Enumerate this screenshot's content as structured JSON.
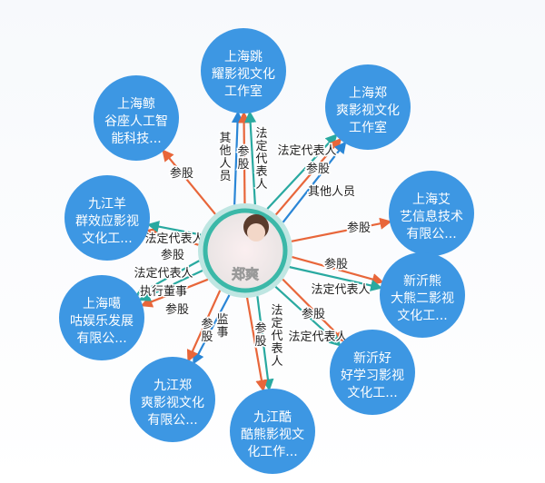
{
  "center": {
    "name": "郑爽",
    "ring_color": "#3bb8a8"
  },
  "colors": {
    "node": "#3d97e3",
    "shareholding": "#e8663a",
    "legal_rep": "#29a9a0",
    "other": "#2a86d6",
    "label": "#222222"
  },
  "nodes": [
    {
      "lines": [
        "上海跳",
        "耀影视文化",
        "工作室"
      ],
      "edges": [
        {
          "label": "其他人员",
          "type": "other"
        },
        {
          "label": "参股",
          "type": "shareholding"
        },
        {
          "label": "法定代表人",
          "type": "legal_rep"
        }
      ]
    },
    {
      "lines": [
        "上海郑",
        "爽影视文化",
        "工作室"
      ],
      "edges": [
        {
          "label": "法定代表人",
          "type": "legal_rep"
        },
        {
          "label": "参股",
          "type": "shareholding"
        },
        {
          "label": "其他人员",
          "type": "other"
        }
      ]
    },
    {
      "lines": [
        "上海艾",
        "艺信息技术",
        "有限公..."
      ],
      "edges": [
        {
          "label": "参股",
          "type": "shareholding"
        }
      ]
    },
    {
      "lines": [
        "新沂熊",
        "大熊二影视",
        "文化工..."
      ],
      "edges": [
        {
          "label": "参股",
          "type": "shareholding"
        },
        {
          "label": "法定代表人",
          "type": "legal_rep"
        }
      ]
    },
    {
      "lines": [
        "新沂好",
        "好学习影视",
        "文化工..."
      ],
      "edges": [
        {
          "label": "参股",
          "type": "shareholding"
        },
        {
          "label": "法定代表人",
          "type": "legal_rep"
        }
      ]
    },
    {
      "lines": [
        "九江酷",
        "酷熊影视文",
        "化工作..."
      ],
      "edges": [
        {
          "label": "法定代表人",
          "type": "legal_rep"
        },
        {
          "label": "参股",
          "type": "shareholding"
        }
      ]
    },
    {
      "lines": [
        "九江郑",
        "爽影视文化",
        "有限公..."
      ],
      "edges": [
        {
          "label": "监事",
          "type": "other"
        },
        {
          "label": "参股",
          "type": "shareholding"
        }
      ]
    },
    {
      "lines": [
        "上海噶",
        "咕娱乐发展",
        "有限公..."
      ],
      "edges": [
        {
          "label": "参股",
          "type": "shareholding"
        },
        {
          "label": "执行董事",
          "type": "legal_rep"
        },
        {
          "label": "法定代表人",
          "type": "legal_rep"
        }
      ]
    },
    {
      "lines": [
        "九江羊",
        "群效应影视",
        "文化工..."
      ],
      "edges": [
        {
          "label": "参股",
          "type": "shareholding"
        },
        {
          "label": "法定代表人",
          "type": "legal_rep"
        }
      ]
    },
    {
      "lines": [
        "上海鲸",
        "谷座人工智",
        "能科技..."
      ],
      "edges": [
        {
          "label": "参股",
          "type": "shareholding"
        }
      ]
    }
  ]
}
